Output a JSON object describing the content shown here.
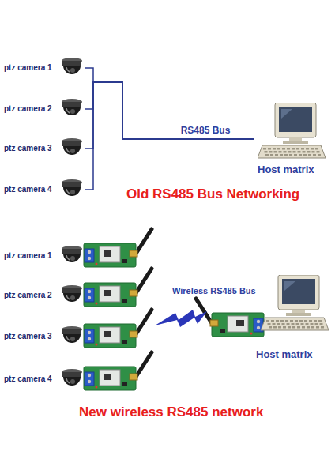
{
  "diagram": {
    "nodes": [
      {
        "text": [
          "ptz camera 1"
        ]
      },
      {
        "text": [
          "ptz camera 2"
        ]
      },
      {
        "text": [
          "ptz camera 3"
        ]
      },
      {
        "text": [
          "ptz camera 4"
        ]
      },
      {
        "text": [
          "Host matrix"
        ]
      },
      {
        "text": [
          "ptz camera 1"
        ]
      },
      {
        "text": [
          "ptz camera 2"
        ]
      },
      {
        "text": [
          "ptz camera 3"
        ]
      },
      {
        "text": [
          "ptz camera 4"
        ]
      },
      {
        "text": [
          "Host matrix"
        ]
      }
    ],
    "edges": [
      {
        "from": 0,
        "to": 4,
        "arrow": "none",
        "label": "RS485 Bus"
      },
      {
        "from": 1,
        "to": 4,
        "arrow": "none"
      },
      {
        "from": 2,
        "to": 4,
        "arrow": "none"
      },
      {
        "from": 3,
        "to": 4,
        "arrow": "none"
      }
    ],
    "labels": [
      "Old RS485 Bus Networking",
      "Wireless RS485 Bus",
      "New wireless RS485 network"
    ]
  }
}
